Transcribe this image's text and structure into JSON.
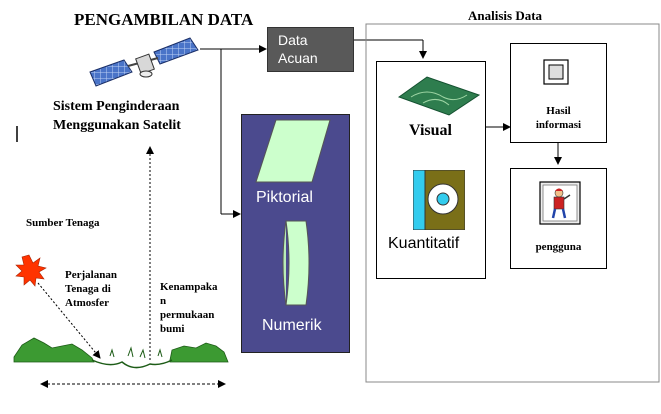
{
  "title": "PENGAMBILAN DATA",
  "analysis_title": "Analisis Data",
  "satellite_label_line1": "Sistem Penginderaan",
  "satellite_label_line2": "Menggunakan Satelit",
  "energy_source": "Sumber Tenaga",
  "journey_line1": "Perjalanan",
  "journey_line2": "Tenaga di",
  "journey_line3": "Atmosfer",
  "feature_line1": "Kenampaka",
  "feature_line2": "n",
  "feature_line3": "permukaan",
  "feature_line4": "bumi",
  "reference_line1": "Data",
  "reference_line2": "Acuan",
  "pictorial": "Piktorial",
  "numeric": "Numerik",
  "visual": "Visual",
  "quantitative": "Kuantitatif",
  "result_line1": "Hasil",
  "result_line2": "informasi",
  "user": "pengguna",
  "colors": {
    "panel_purple": "#4b4a8e",
    "ref_gray": "#595959",
    "mint": "#ccffcc",
    "leaf_green": "#2e7d4e",
    "quant_olive": "#7a6f18",
    "quant_cyan": "#33ccee",
    "sun_red": "#ff3300",
    "terrain_green": "#3c9a32"
  }
}
